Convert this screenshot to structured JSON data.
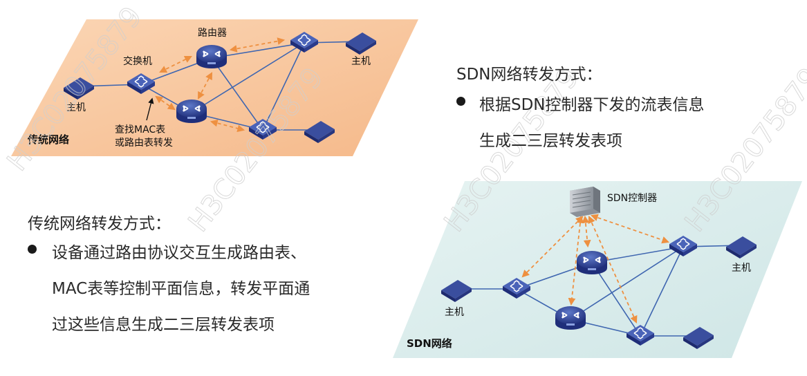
{
  "traditional_diagram": {
    "region_label": "传统网络",
    "router_label": "路由器",
    "switch_label": "交换机",
    "host_left_label": "主机",
    "host_right_label": "主机",
    "lookup_label_line1": "查找MAC表",
    "lookup_label_line2": "或路由表转发"
  },
  "sdn_diagram": {
    "region_label": "SDN网络",
    "controller_label": "SDN控制器",
    "host_left_label": "主机",
    "host_right_label": "主机"
  },
  "sdn_text": {
    "heading": "SDN网络转发方式：",
    "bullet_line1": "根据SDN控制器下发的流表信息",
    "bullet_line2": "生成二三层转发表项"
  },
  "traditional_text": {
    "heading": "传统网络转发方式：",
    "bullet_line1": "设备通过路由协议交互生成路由表、",
    "bullet_line2": "MAC表等控制平面信息，转发平面通",
    "bullet_line3": "过这些信息生成二三层转发表项"
  },
  "watermark": "H3C02075879",
  "colors": {
    "traditional_fill": "#f8c9a0",
    "sdn_fill": "#dbeeee",
    "device_blue": "#2c3d8f",
    "link_blue": "#3f66b0",
    "control_arrow": "#ee9040"
  }
}
